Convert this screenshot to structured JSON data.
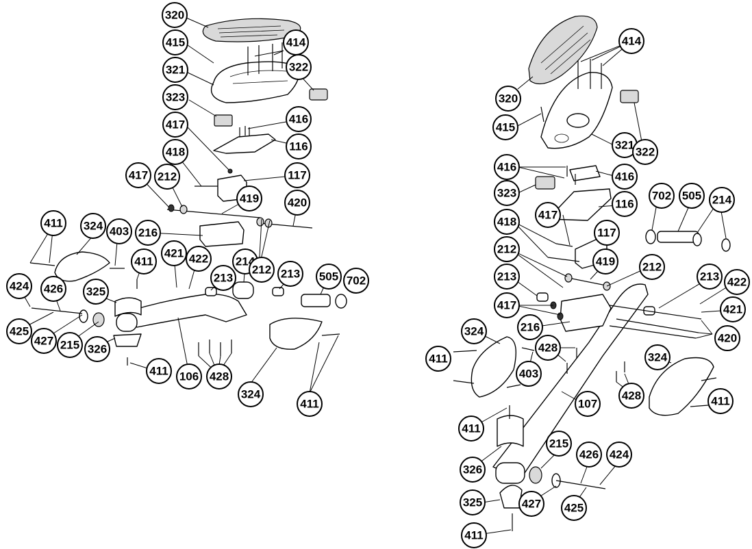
{
  "diagram": {
    "left_assembly": {
      "labels": [
        "320",
        "414",
        "415",
        "321",
        "322",
        "323",
        "416",
        "417",
        "116",
        "418",
        "117",
        "417",
        "212",
        "419",
        "420",
        "411",
        "324",
        "403",
        "216",
        "411",
        "421",
        "422",
        "213",
        "214",
        "212",
        "213",
        "505",
        "702",
        "424",
        "426",
        "325",
        "425",
        "427",
        "215",
        "326",
        "411",
        "106",
        "428",
        "324",
        "411"
      ]
    },
    "right_assembly": {
      "labels": [
        "414",
        "320",
        "415",
        "321",
        "322",
        "416",
        "416",
        "323",
        "116",
        "702",
        "505",
        "214",
        "418",
        "417",
        "117",
        "212",
        "419",
        "212",
        "213",
        "213",
        "422",
        "421",
        "417",
        "216",
        "420",
        "324",
        "428",
        "411",
        "403",
        "428",
        "324",
        "411",
        "107",
        "411",
        "215",
        "426",
        "424",
        "326",
        "427",
        "425",
        "325",
        "411"
      ]
    }
  }
}
